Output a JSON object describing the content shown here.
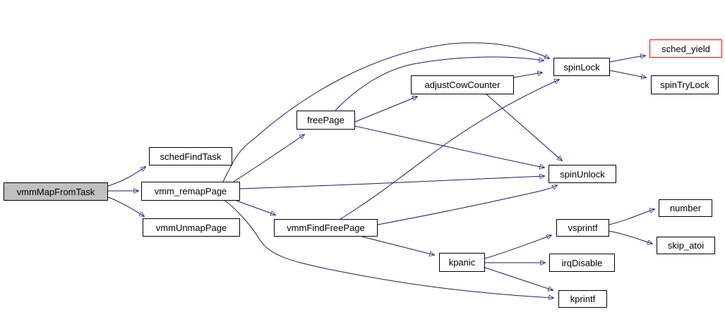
{
  "graph": {
    "type": "call-graph",
    "root": "vmmMapFromTask",
    "colors": {
      "background": "#ffffff",
      "edge": "#191970",
      "node_border": "#000000",
      "node_fill": "#ffffff",
      "root_fill": "#c0c0c0",
      "highlight_border": "#ff0000",
      "text": "#000000"
    },
    "nodes": [
      {
        "id": "vmmMapFromTask",
        "label": "vmmMapFromTask",
        "style": "root"
      },
      {
        "id": "schedFindTask",
        "label": "schedFindTask",
        "style": "default"
      },
      {
        "id": "vmm_remapPage",
        "label": "vmm_remapPage",
        "style": "default"
      },
      {
        "id": "vmmUnmapPage",
        "label": "vmmUnmapPage",
        "style": "default"
      },
      {
        "id": "freePage",
        "label": "freePage",
        "style": "default"
      },
      {
        "id": "adjustCowCounter",
        "label": "adjustCowCounter",
        "style": "default"
      },
      {
        "id": "vmmFindFreePage",
        "label": "vmmFindFreePage",
        "style": "default"
      },
      {
        "id": "spinLock",
        "label": "spinLock",
        "style": "default"
      },
      {
        "id": "sched_yield",
        "label": "sched_yield",
        "style": "highlight"
      },
      {
        "id": "spinTryLock",
        "label": "spinTryLock",
        "style": "default"
      },
      {
        "id": "spinUnlock",
        "label": "spinUnlock",
        "style": "default"
      },
      {
        "id": "vsprintf",
        "label": "vsprintf",
        "style": "default"
      },
      {
        "id": "number",
        "label": "number",
        "style": "default"
      },
      {
        "id": "skip_atoi",
        "label": "skip_atoi",
        "style": "default"
      },
      {
        "id": "irqDisable",
        "label": "irqDisable",
        "style": "default"
      },
      {
        "id": "kpanic",
        "label": "kpanic",
        "style": "default"
      },
      {
        "id": "kprintf",
        "label": "kprintf",
        "style": "default"
      }
    ],
    "edges": [
      {
        "from": "vmmMapFromTask",
        "to": "schedFindTask"
      },
      {
        "from": "vmmMapFromTask",
        "to": "vmm_remapPage"
      },
      {
        "from": "vmmMapFromTask",
        "to": "vmmUnmapPage"
      },
      {
        "from": "vmm_remapPage",
        "to": "freePage"
      },
      {
        "from": "vmm_remapPage",
        "to": "spinLock"
      },
      {
        "from": "vmm_remapPage",
        "to": "spinUnlock"
      },
      {
        "from": "vmm_remapPage",
        "to": "vmmFindFreePage"
      },
      {
        "from": "vmm_remapPage",
        "to": "kprintf"
      },
      {
        "from": "freePage",
        "to": "adjustCowCounter"
      },
      {
        "from": "freePage",
        "to": "spinLock"
      },
      {
        "from": "freePage",
        "to": "spinUnlock"
      },
      {
        "from": "adjustCowCounter",
        "to": "spinLock"
      },
      {
        "from": "adjustCowCounter",
        "to": "spinUnlock"
      },
      {
        "from": "vmmFindFreePage",
        "to": "spinLock"
      },
      {
        "from": "vmmFindFreePage",
        "to": "spinUnlock"
      },
      {
        "from": "vmmFindFreePage",
        "to": "kpanic"
      },
      {
        "from": "kpanic",
        "to": "vsprintf"
      },
      {
        "from": "kpanic",
        "to": "irqDisable"
      },
      {
        "from": "kpanic",
        "to": "kprintf"
      },
      {
        "from": "spinLock",
        "to": "sched_yield"
      },
      {
        "from": "spinLock",
        "to": "spinTryLock"
      },
      {
        "from": "vsprintf",
        "to": "number"
      },
      {
        "from": "vsprintf",
        "to": "skip_atoi"
      }
    ]
  }
}
